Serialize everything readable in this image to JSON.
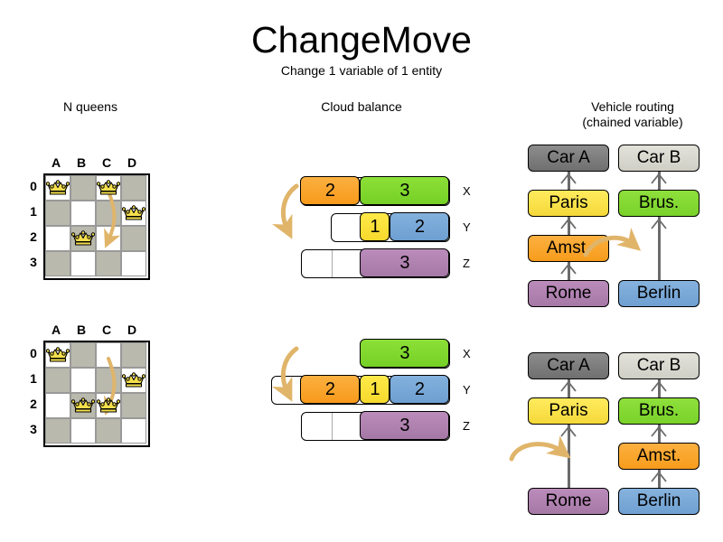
{
  "title": "ChangeMove",
  "subtitle": "Change 1 variable of 1 entity",
  "sections": {
    "nqueens": {
      "heading": "N queens"
    },
    "cloud": {
      "heading": "Cloud balance"
    },
    "vrp": {
      "heading_line1": "Vehicle routing",
      "heading_line2": "(chained variable)"
    }
  },
  "colors": {
    "board_dark": "#b9b9ad",
    "board_light": "#ffffff",
    "queen_fill": "#f5df4d",
    "arrow": "#e0b56a",
    "orange": "#f79c1c",
    "green": "#79d22a",
    "yellow": "#f5d93a",
    "blue": "#6fa0d2",
    "purple": "#a578a5",
    "grey_dark": "#7f7f7f",
    "grey_light": "#d8d8d0",
    "link": "#6b6b6b"
  },
  "nqueens": {
    "columns": [
      "A",
      "B",
      "C",
      "D"
    ],
    "rows": [
      "0",
      "1",
      "2",
      "3"
    ],
    "before": {
      "queens": [
        {
          "col": 0,
          "row": 0
        },
        {
          "col": 2,
          "row": 0
        },
        {
          "col": 3,
          "row": 1
        },
        {
          "col": 1,
          "row": 2
        }
      ],
      "move": {
        "from_col": 2,
        "from_row": 0,
        "to_col": 2,
        "to_row": 2
      }
    },
    "after": {
      "queens": [
        {
          "col": 0,
          "row": 0
        },
        {
          "col": 3,
          "row": 1
        },
        {
          "col": 1,
          "row": 2
        },
        {
          "col": 2,
          "row": 2
        }
      ],
      "move": {
        "from_col": 2,
        "from_row": 0,
        "to_col": 2,
        "to_row": 2
      }
    }
  },
  "cloud": {
    "before": {
      "rows": [
        {
          "label": "X",
          "empty_cells": 1,
          "segments": [
            {
              "value": "2",
              "color": "orange",
              "units": 2
            },
            {
              "value": "3",
              "color": "green",
              "units": 3
            }
          ]
        },
        {
          "label": "Y",
          "empty_cells": 2,
          "segments": [
            {
              "value": "1",
              "color": "yellow",
              "units": 1
            },
            {
              "value": "2",
              "color": "blue",
              "units": 2
            }
          ]
        },
        {
          "label": "Z",
          "empty_cells": 1,
          "segments": [
            {
              "value": "3",
              "color": "purple",
              "units": 3
            }
          ]
        }
      ]
    },
    "after": {
      "rows": [
        {
          "label": "X",
          "empty_cells": 3,
          "segments": [
            {
              "value": "3",
              "color": "green",
              "units": 3
            }
          ]
        },
        {
          "label": "Y",
          "empty_cells": 0,
          "segments": [
            {
              "value": "2",
              "color": "orange",
              "units": 2
            },
            {
              "value": "1",
              "color": "yellow",
              "units": 1
            },
            {
              "value": "2",
              "color": "blue",
              "units": 2
            }
          ]
        },
        {
          "label": "Z",
          "empty_cells": 1,
          "segments": [
            {
              "value": "3",
              "color": "purple",
              "units": 3
            }
          ]
        }
      ]
    }
  },
  "vrp": {
    "before": {
      "left_chain": [
        "Car A",
        "Paris",
        "Amst.",
        "Rome"
      ],
      "right_chain": [
        "Car B",
        "Brus.",
        "Berlin"
      ],
      "moving_node": "Amst."
    },
    "after": {
      "left_chain": [
        "Car A",
        "Paris",
        "Rome"
      ],
      "right_chain": [
        "Car B",
        "Brus.",
        "Amst.",
        "Berlin"
      ],
      "moving_node": "Amst."
    },
    "node_colors": {
      "Car A": "grey-dark",
      "Car B": "grey-light",
      "Paris": "yellow",
      "Brus.": "green",
      "Amst.": "orange",
      "Rome": "purple",
      "Berlin": "blue"
    }
  }
}
